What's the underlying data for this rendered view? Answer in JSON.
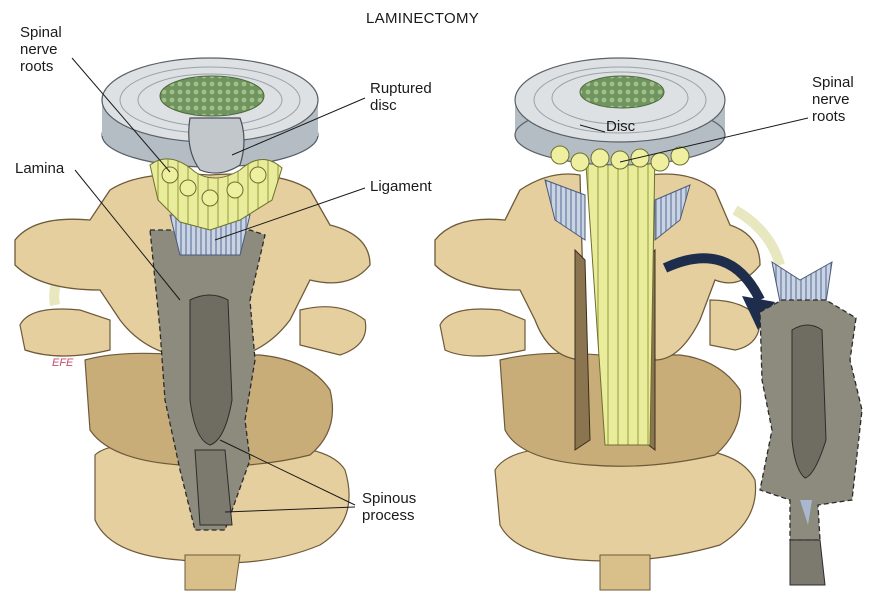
{
  "title": "LAMINECTOMY",
  "left_panel": {
    "spinal_nerve_roots": "Spinal\nnerve\nroots",
    "ruptured_disc": "Ruptured\ndisc",
    "lamina": "Lamina",
    "ligament": "Ligament",
    "spinous_process": "Spinous\nprocess",
    "artist_mark": "EFE"
  },
  "right_panel": {
    "disc": "Disc",
    "spinal_nerve_roots": "Spinal\nnerve\nroots"
  },
  "colors": {
    "bone": "#e6cf9e",
    "bone_shadow": "#c6a66e",
    "lamina_gray": "#8d8b7e",
    "disc_ring": "#cfd3d6",
    "nucleus": "#7d9c6b",
    "nerve_yellow": "#eef0a0",
    "ligament_blue": "#a9b8cf",
    "arrow": "#1f2d4d"
  }
}
